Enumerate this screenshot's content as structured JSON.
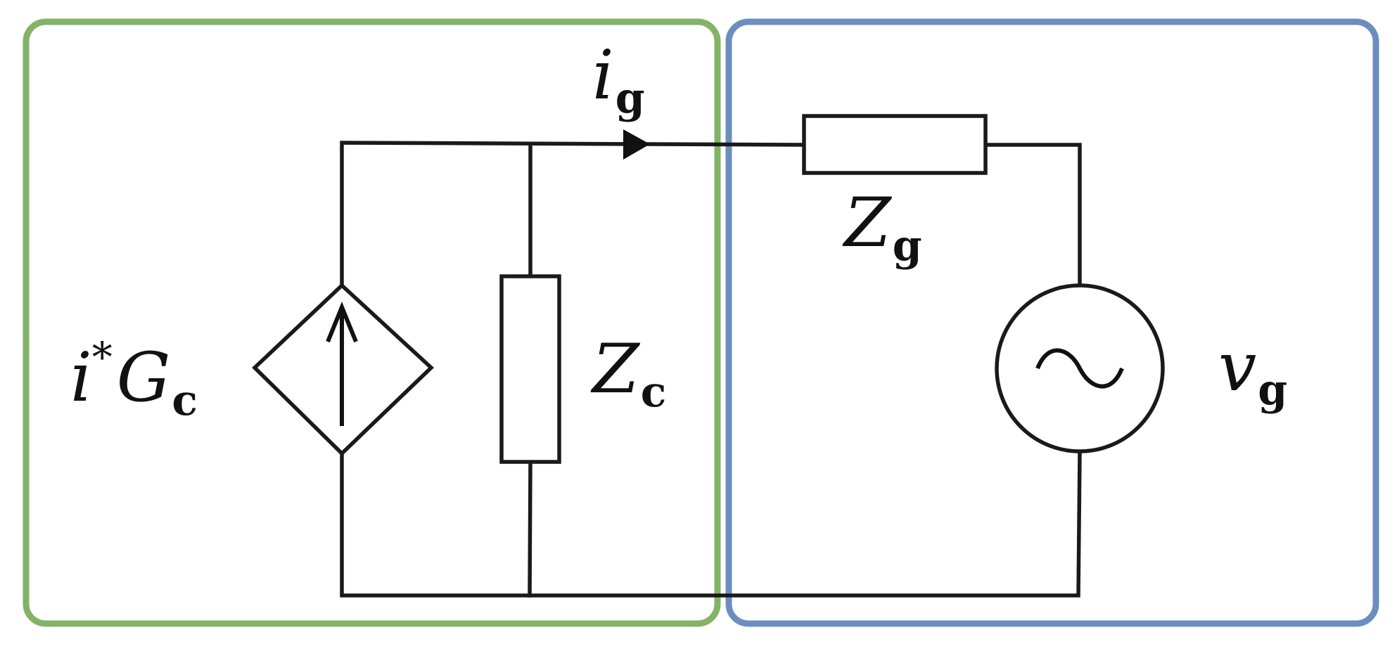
{
  "regions": {
    "converter": {
      "color": "#82b366"
    },
    "grid": {
      "color": "#6c8ebf"
    }
  },
  "labels": {
    "current_source": {
      "main": "i",
      "sup": "*",
      "main2": "G",
      "sub": "c"
    },
    "converter_impedance": {
      "main": "Z",
      "sub": "c"
    },
    "grid_current": {
      "main": "i",
      "sub": "g"
    },
    "grid_impedance": {
      "main": "Z",
      "sub": "g"
    },
    "grid_voltage": {
      "main": "v",
      "sub": "g"
    }
  }
}
